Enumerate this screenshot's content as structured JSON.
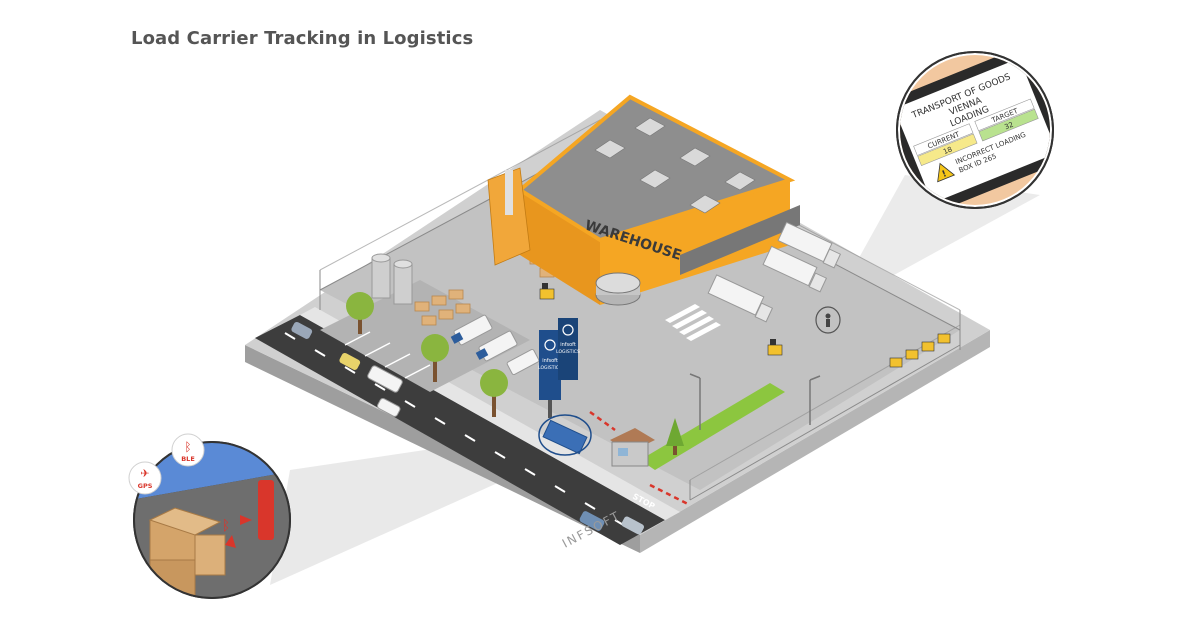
{
  "title": "Load Carrier Tracking in Logistics",
  "colors": {
    "building_orange": "#f5a623",
    "roof_gray": "#8e8e8e",
    "ground_gray": "#c9c9c9",
    "road_dark": "#3d3d3d",
    "infsoft_blue": "#1f4e8c",
    "grass_green": "#8cc63f",
    "alert_red": "#d9362b"
  },
  "warehouse": {
    "sign": "WAREHOUSE"
  },
  "signs": {
    "left": {
      "brand": "infsoft",
      "text": "LOGISTICS"
    },
    "right": {
      "brand": "infsoft",
      "text": "LOGISTICS"
    }
  },
  "gate": {
    "stop_text": "STOP"
  },
  "tablet": {
    "heading_line1": "TRANSPORT OF GOODS",
    "heading_line2": "VIENNA",
    "heading_line3": "LOADING",
    "current_label": "CURRENT",
    "current_value": "18",
    "target_label": "TARGET",
    "target_value": "32",
    "alert_line1": "INCORRECT LOADING",
    "alert_line2": "BOX ID 265"
  },
  "detail": {
    "gps_label": "GPS",
    "ble_label": "BLE",
    "gps_icon": "satellite-icon",
    "ble_icon": "bluetooth-icon"
  },
  "brand_watermark": "INFSOFT"
}
